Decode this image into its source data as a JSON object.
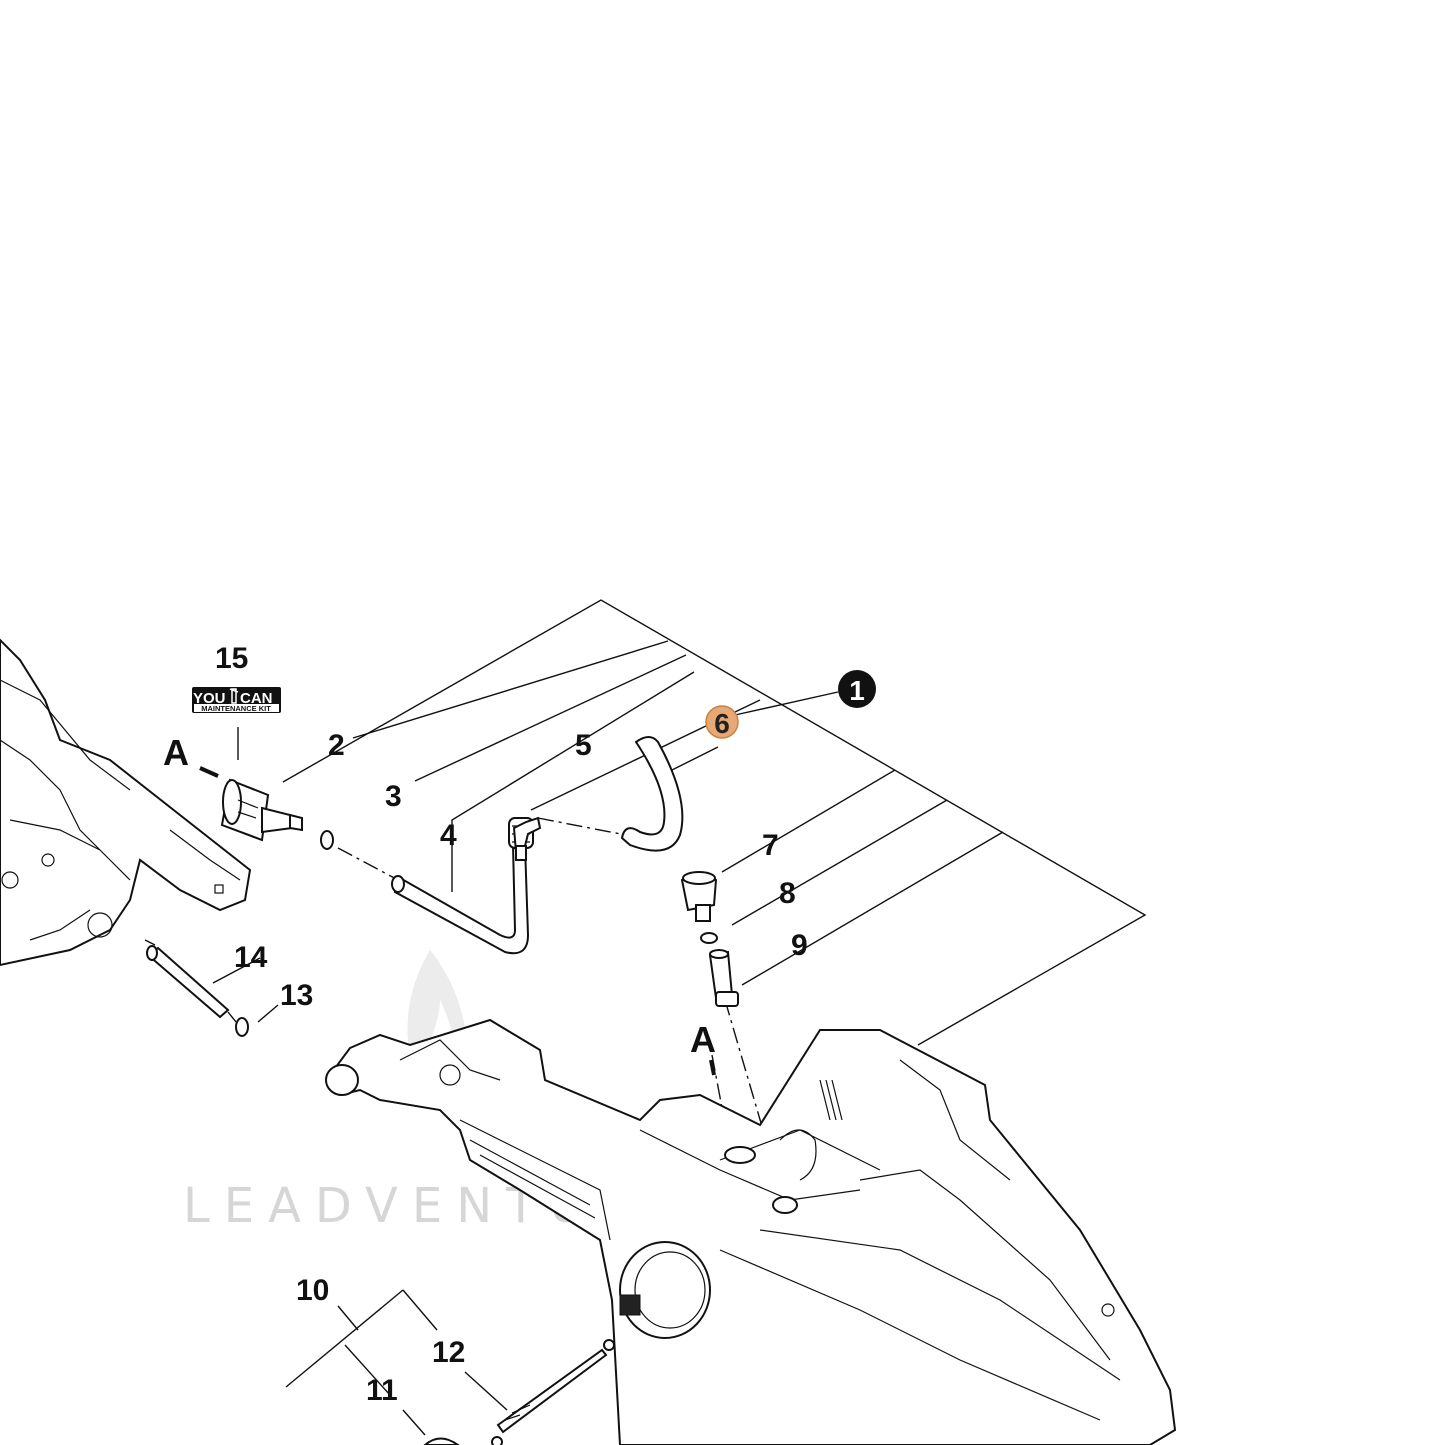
{
  "diagram": {
    "callouts": [
      {
        "id": "assembly",
        "label": "1"
      },
      {
        "id": "p2",
        "label": "2"
      },
      {
        "id": "p3",
        "label": "3"
      },
      {
        "id": "p4",
        "label": "4"
      },
      {
        "id": "p5",
        "label": "5"
      },
      {
        "id": "p6",
        "label": "6"
      },
      {
        "id": "p7",
        "label": "7"
      },
      {
        "id": "p8",
        "label": "8"
      },
      {
        "id": "p9",
        "label": "9"
      },
      {
        "id": "p10",
        "label": "10"
      },
      {
        "id": "p11",
        "label": "11"
      },
      {
        "id": "p12",
        "label": "12"
      },
      {
        "id": "p13",
        "label": "13"
      },
      {
        "id": "p14",
        "label": "14"
      },
      {
        "id": "p15",
        "label": "15"
      }
    ],
    "connection_marks": [
      "A",
      "A"
    ],
    "kit_badge": {
      "line1_left": "YOU",
      "line1_right": "CAN",
      "line2": "MAINTENANCE KIT"
    },
    "highlight_color": "#e7a875",
    "watermark": "LEADVENTURE"
  }
}
